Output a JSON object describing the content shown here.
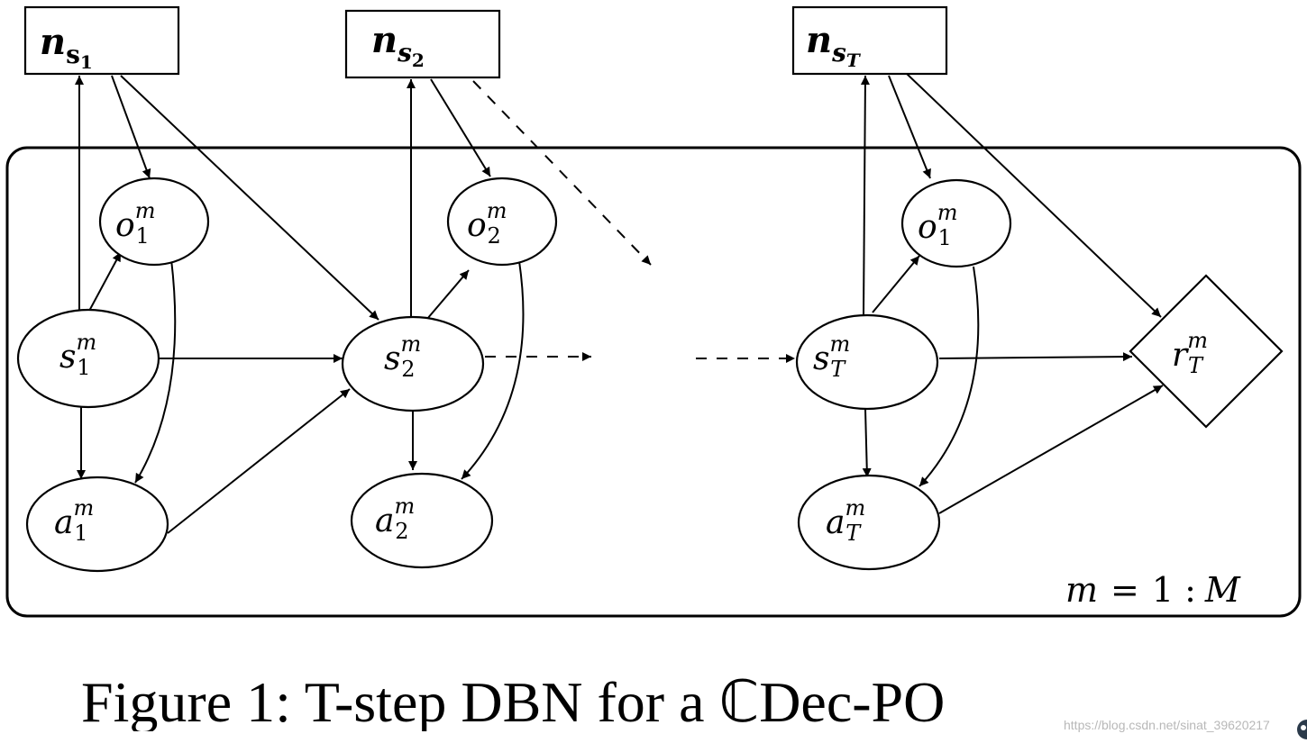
{
  "nodes": {
    "n_s1": {
      "base": "n",
      "sub": "s",
      "subsub": "1"
    },
    "n_s2": {
      "base": "n",
      "sub": "s",
      "subsub": "2"
    },
    "n_sT": {
      "base": "n",
      "sub": "s",
      "subsub": "T"
    },
    "o1": {
      "base": "o",
      "sup": "m",
      "sub": "1"
    },
    "o2": {
      "base": "o",
      "sup": "m",
      "sub": "2"
    },
    "oT": {
      "base": "o",
      "sup": "m",
      "sub": "1"
    },
    "s1": {
      "base": "s",
      "sup": "m",
      "sub": "1"
    },
    "s2": {
      "base": "s",
      "sup": "m",
      "sub": "2"
    },
    "sT": {
      "base": "s",
      "sup": "m",
      "sub": "T"
    },
    "a1": {
      "base": "a",
      "sup": "m",
      "sub": "1"
    },
    "a2": {
      "base": "a",
      "sup": "m",
      "sub": "2"
    },
    "aT": {
      "base": "a",
      "sup": "m",
      "sub": "T"
    },
    "rT": {
      "base": "r",
      "sup": "m",
      "sub": "T"
    }
  },
  "plate": {
    "label_var": "m",
    "label_eq": "=",
    "label_one": "1",
    "label_colon": ":",
    "label_M": "M"
  },
  "caption": "Figure 1: T-step DBN for a ℂDec-PO",
  "watermark": "https://blog.csdn.net/sinat_39620217"
}
